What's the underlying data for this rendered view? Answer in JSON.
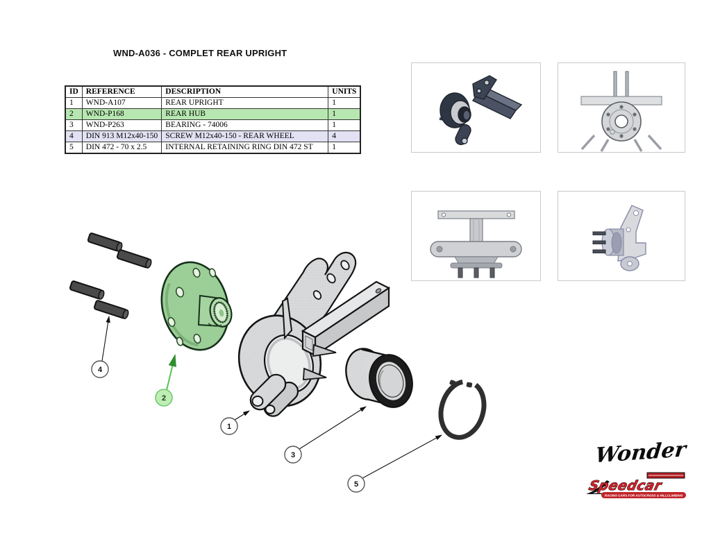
{
  "title": "WND-A036 - COMPLET REAR UPRIGHT",
  "bom_table": {
    "headers": {
      "id": "ID",
      "reference": "REFERENCE",
      "description": "DESCRIPTION",
      "units": "UNITS"
    },
    "rows": [
      {
        "id": "1",
        "reference": "WND-A107",
        "description": "REAR UPRIGHT",
        "units": "1",
        "highlight": "none"
      },
      {
        "id": "2",
        "reference": "WND-P168",
        "description": "REAR HUB",
        "units": "1",
        "highlight": "green"
      },
      {
        "id": "3",
        "reference": "WND-P263",
        "description": "BEARING - 74006",
        "units": "1",
        "highlight": "none"
      },
      {
        "id": "4",
        "reference": "DIN 913 M12x40-150",
        "description": "SCREW M12x40-150 - REAR WHEEL",
        "units": "4",
        "highlight": "lavender"
      },
      {
        "id": "5",
        "reference": "DIN 472 - 70 x 2.5",
        "description": "INTERNAL RETAINING RING DIN 472 ST",
        "units": "1",
        "highlight": "none"
      }
    ]
  },
  "balloons": [
    {
      "num": "1",
      "part": "rear-upright"
    },
    {
      "num": "2",
      "part": "rear-hub"
    },
    {
      "num": "3",
      "part": "bearing"
    },
    {
      "num": "4",
      "part": "screws"
    },
    {
      "num": "5",
      "part": "retaining-ring"
    }
  ],
  "thumbnails": [
    {
      "name": "isometric-assembly-view"
    },
    {
      "name": "front-hub-view"
    },
    {
      "name": "front-assembly-view"
    },
    {
      "name": "side-assembly-view"
    }
  ],
  "logos": {
    "wonder": "Wonder",
    "speedcar": "Speedcar",
    "speedcar_tagline": "RACING CARS FOR AUTOCROSS & HILLCLIMBING"
  },
  "colors": {
    "row_highlight_green": "#b7e7b0",
    "row_highlight_lavender": "#e2e2f4",
    "hub_green": "#9ccf97",
    "balloon2_fill": "#bfeeb4",
    "leader_green": "#55c455",
    "part_gray": "#d7d9da",
    "screw_dark": "#4a4a4a",
    "speedcar_red": "#c0242a"
  }
}
